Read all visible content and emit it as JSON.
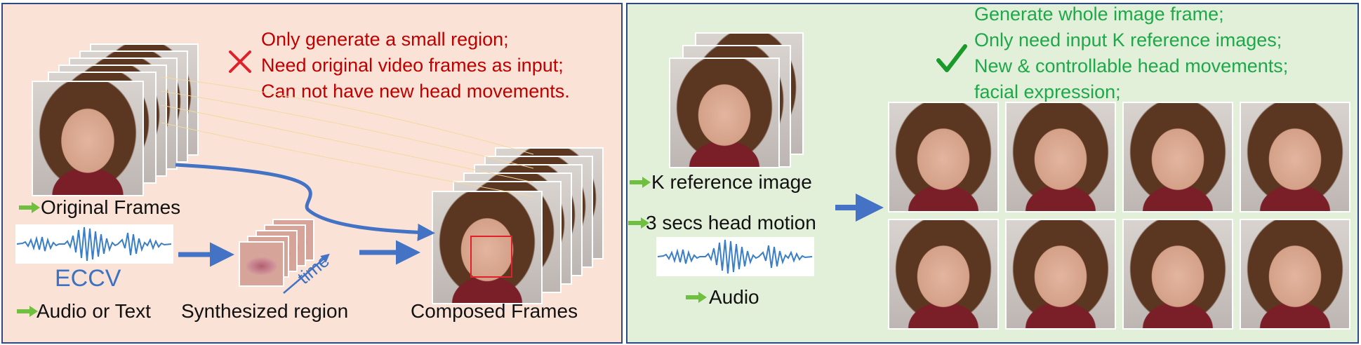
{
  "left": {
    "issues": [
      "Only generate a small region;",
      "Need original video frames as input;",
      "Can not have new head movements."
    ],
    "original_frames_label": "Original Frames",
    "method_label": "ECCV",
    "audio_text_label": "Audio or Text",
    "synthesized_label": "Synthesized region",
    "time_label": "time",
    "composed_label": "Composed Frames"
  },
  "right": {
    "advantages": [
      "Generate whole image frame;",
      "Only need input K reference images;",
      "New & controllable head movements;",
      "facial expression;"
    ],
    "reference_label": "K reference image",
    "head_motion_label": "3 secs head motion",
    "audio_label": "Audio"
  },
  "icons": {
    "cross": "cross-icon",
    "check": "check-icon"
  },
  "colors": {
    "red": "#c00000",
    "green": "#1fa84a",
    "blue": "#4472c4",
    "bullet": "#70c040"
  }
}
